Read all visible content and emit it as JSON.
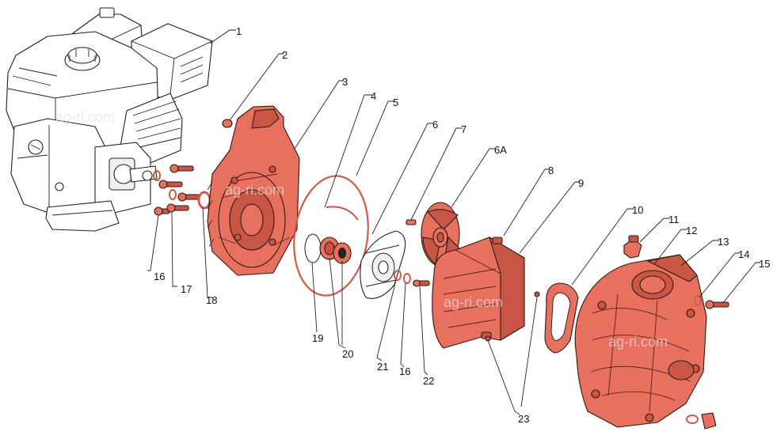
{
  "labels": {
    "l1": "1",
    "l2": "2",
    "l3": "3",
    "l4": "4",
    "l5": "5",
    "l6": "6",
    "l7": "7",
    "l6a": "6A",
    "l8": "8",
    "l9": "9",
    "l10": "10",
    "l11": "11",
    "l12": "12",
    "l13": "13",
    "l14": "14",
    "l15": "15",
    "l16a": "16",
    "l17": "17",
    "l18": "18",
    "l19": "19",
    "l20": "20",
    "l21": "21",
    "l16b": "16",
    "l22": "22",
    "l23": "23"
  },
  "watermarks": {
    "wm1": "ag-ri.com",
    "wm2": "ag-ri.com",
    "wm3": "ag-ri.com",
    "wm4": "ag-ri.com"
  },
  "colors": {
    "part_fill": "#e8705e",
    "outline": "#1f1f1f"
  }
}
